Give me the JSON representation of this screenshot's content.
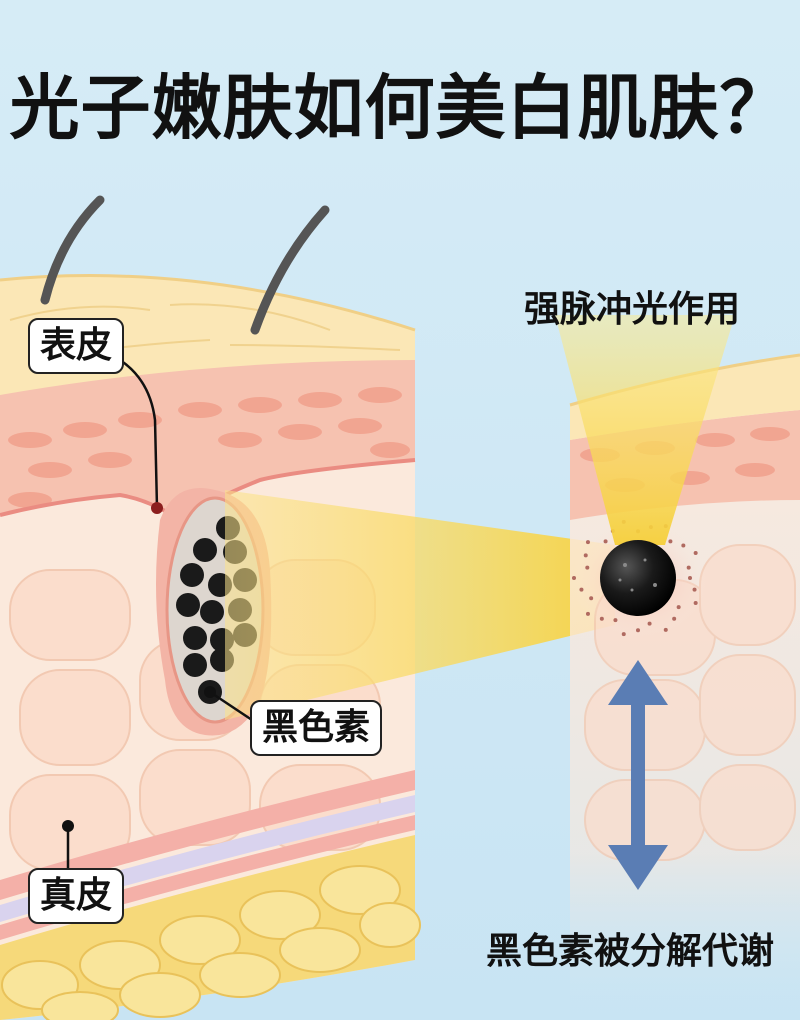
{
  "title": "光子嫩肤如何美白肌肤？",
  "labels": {
    "epidermis": "表皮",
    "melanin": "黑色素",
    "dermis": "真皮",
    "ipl": "强脉冲光作用",
    "metabolize": "黑色素被分解代谢"
  },
  "colors": {
    "background": "#cfe8f5",
    "skin_top": "#fbe7b6",
    "epidermis_layer": "#f6c2b0",
    "dermis": "#fbe9dc",
    "fat": "#f6d97a",
    "light_beam": "#f7d94a",
    "arrow": "#5a7db4",
    "melanin": "#1a1a1a"
  }
}
